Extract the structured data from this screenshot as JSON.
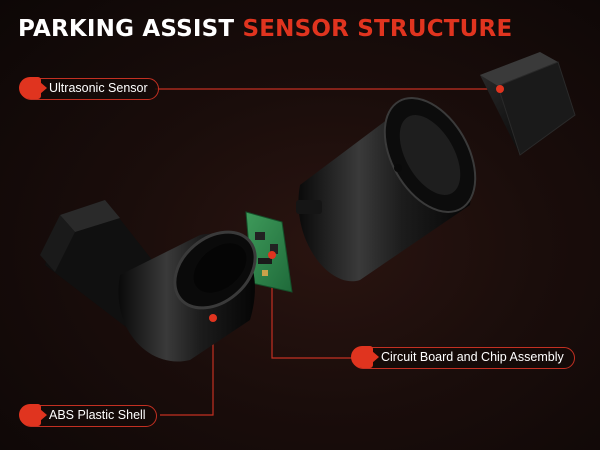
{
  "title": {
    "part1": "PARKING ASSIST",
    "part2": "SENSOR STRUCTURE"
  },
  "labels": {
    "ultrasonic_sensor": "Ultrasonic Sensor",
    "circuit_board": "Circuit Board and Chip Assembly",
    "abs_shell": "ABS Plastic Shell"
  },
  "colors": {
    "accent": "#e0341f",
    "background": "#1a0d0b",
    "title": "#ffffff"
  }
}
